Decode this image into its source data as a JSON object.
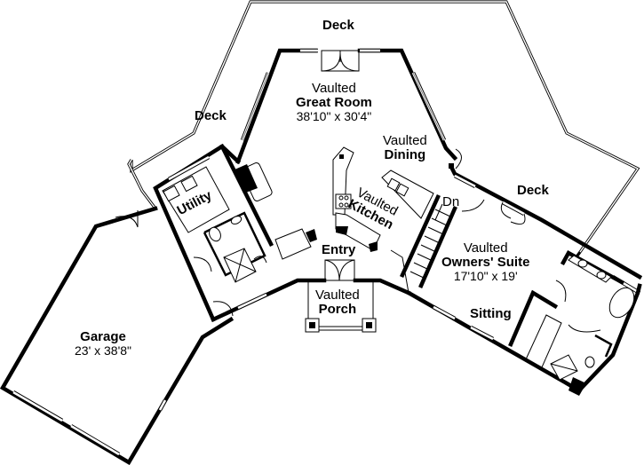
{
  "floor_plan": {
    "rooms": [
      {
        "id": "deck-top",
        "prefix": "",
        "name": "Deck",
        "dimensions": ""
      },
      {
        "id": "deck-left",
        "prefix": "",
        "name": "Deck",
        "dimensions": ""
      },
      {
        "id": "deck-right",
        "prefix": "",
        "name": "Deck",
        "dimensions": ""
      },
      {
        "id": "great-room",
        "prefix": "Vaulted",
        "name": "Great Room",
        "dimensions": "38'10\" x 30'4\""
      },
      {
        "id": "dining",
        "prefix": "Vaulted",
        "name": "Dining",
        "dimensions": ""
      },
      {
        "id": "kitchen",
        "prefix": "Vaulted",
        "name": "Kitchen",
        "dimensions": ""
      },
      {
        "id": "utility",
        "prefix": "",
        "name": "Utility",
        "dimensions": ""
      },
      {
        "id": "entry",
        "prefix": "",
        "name": "Entry",
        "dimensions": ""
      },
      {
        "id": "porch",
        "prefix": "Vaulted",
        "name": "Porch",
        "dimensions": ""
      },
      {
        "id": "owners-suite",
        "prefix": "Vaulted",
        "name": "Owners' Suite",
        "dimensions": "17'10\" x 19'"
      },
      {
        "id": "sitting",
        "prefix": "",
        "name": "Sitting",
        "dimensions": ""
      },
      {
        "id": "garage",
        "prefix": "",
        "name": "Garage",
        "dimensions": "23' x 38'8\""
      }
    ],
    "annotations": {
      "stairs_direction": "Dn"
    }
  }
}
